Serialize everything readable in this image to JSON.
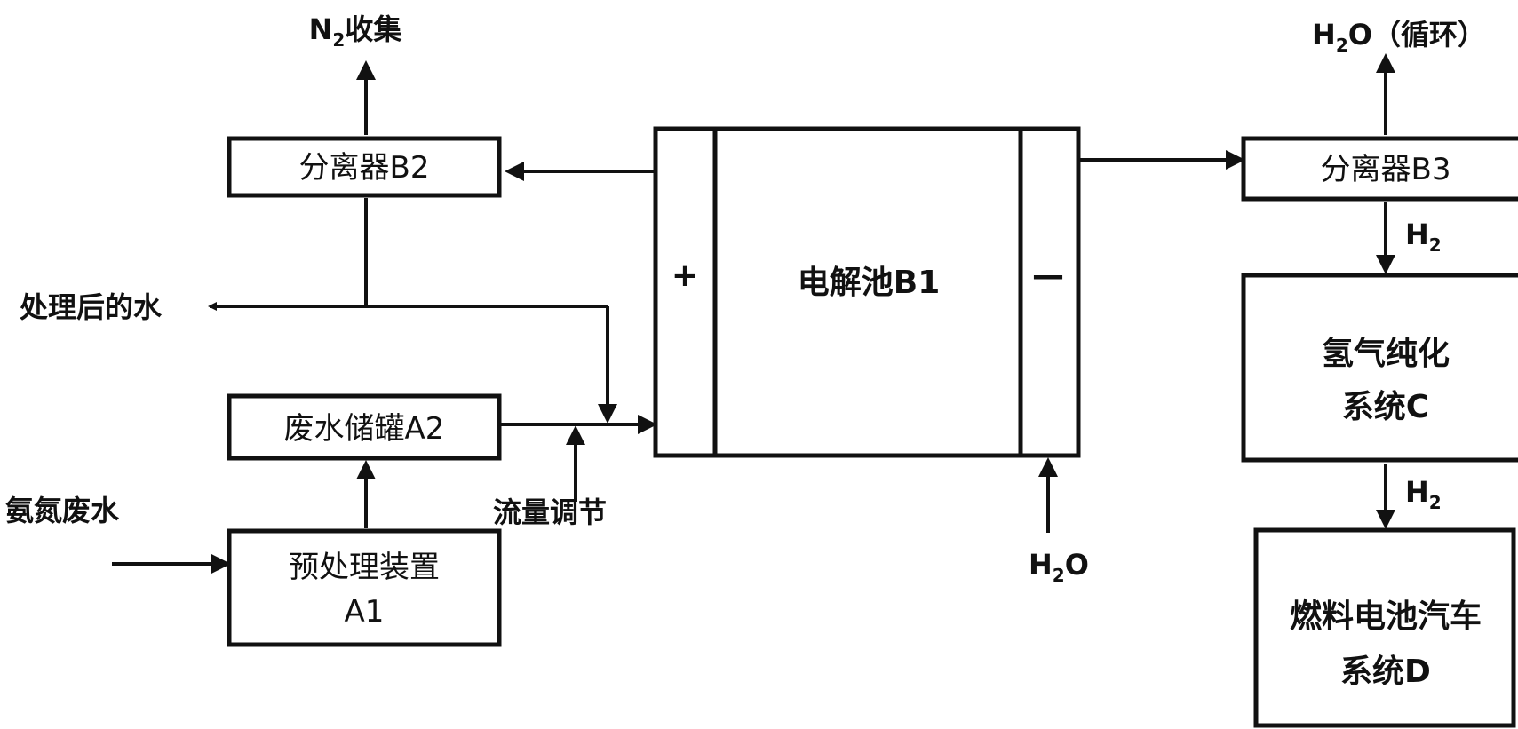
{
  "nodes": {
    "separator_b2": "分离器B2",
    "electrolyzer": "电解池B1",
    "separator_b3": "分离器B3",
    "wastewater_tank": "废水储罐A2",
    "pretreatment_line1": "预处理装置",
    "pretreatment_line2": "A1",
    "h2_purification_line1": "氢气纯化",
    "h2_purification_line2": "系统C",
    "fuel_cell_line1": "燃料电池汽车",
    "fuel_cell_line2": "系统D"
  },
  "electrodes": {
    "anode": "+",
    "cathode": "—"
  },
  "labels": {
    "n2_prefix": "N",
    "n2_sub": "2",
    "n2_suffix": "收集",
    "h2o_recycle_prefix": "H",
    "h2o_recycle_sub": "2",
    "h2o_recycle_suffix": "O（循环）",
    "treated_water": "处理后的水",
    "ammonia_wastewater": "氨氮废水",
    "flow_adjust": "流量调节",
    "h2o_input_prefix": "H",
    "h2o_input_sub": "2",
    "h2o_input_suffix": "O",
    "h2_a_prefix": "H",
    "h2_a_sub": "2",
    "h2_b_prefix": "H",
    "h2_b_sub": "2"
  }
}
